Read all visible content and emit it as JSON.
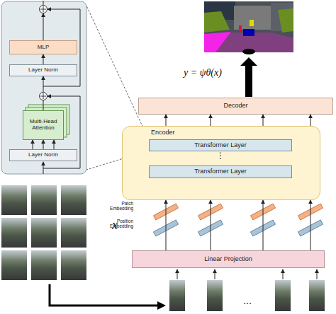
{
  "diagram": {
    "nodes": [
      {
        "text": [
          "MLP"
        ]
      },
      {
        "text": [
          "Layer Norm"
        ]
      },
      {
        "text": [
          "Multi-Head Attention"
        ]
      },
      {
        "text": [
          "Layer Norm"
        ]
      },
      {
        "text": [
          "Decoder"
        ]
      },
      {
        "text": [
          "Encoder"
        ]
      },
      {
        "text": [
          "Transformer Layer"
        ],
        "in": 5
      },
      {
        "text": [
          "Transformer Layer"
        ],
        "in": 5
      },
      {
        "text": [
          "Linear Projection"
        ]
      }
    ],
    "edges": [
      {
        "from": 3,
        "to": 2,
        "arrow": "to"
      },
      {
        "from": 3,
        "to": 2,
        "arrow": "to"
      },
      {
        "from": 3,
        "to": 2,
        "arrow": "to"
      },
      {
        "from": 2,
        "to": 1,
        "arrow": "to"
      },
      {
        "from": 1,
        "to": 0,
        "arrow": "to"
      },
      {
        "from": 5,
        "to": 4,
        "arrow": "to"
      },
      {
        "from": 5,
        "to": 4,
        "arrow": "to"
      },
      {
        "from": 5,
        "to": 4,
        "arrow": "to"
      },
      {
        "from": 5,
        "to": 4,
        "arrow": "to"
      },
      {
        "from": 8,
        "to": 5,
        "arrow": "to"
      },
      {
        "from": 8,
        "to": 5,
        "arrow": "to"
      },
      {
        "from": 8,
        "to": 5,
        "arrow": "to"
      },
      {
        "from": 8,
        "to": 5,
        "arrow": "to"
      }
    ],
    "labels": [
      "y = ψθ(x)",
      "x",
      "Patch Embedding",
      "Position Embedding",
      "⋮",
      "..."
    ]
  }
}
